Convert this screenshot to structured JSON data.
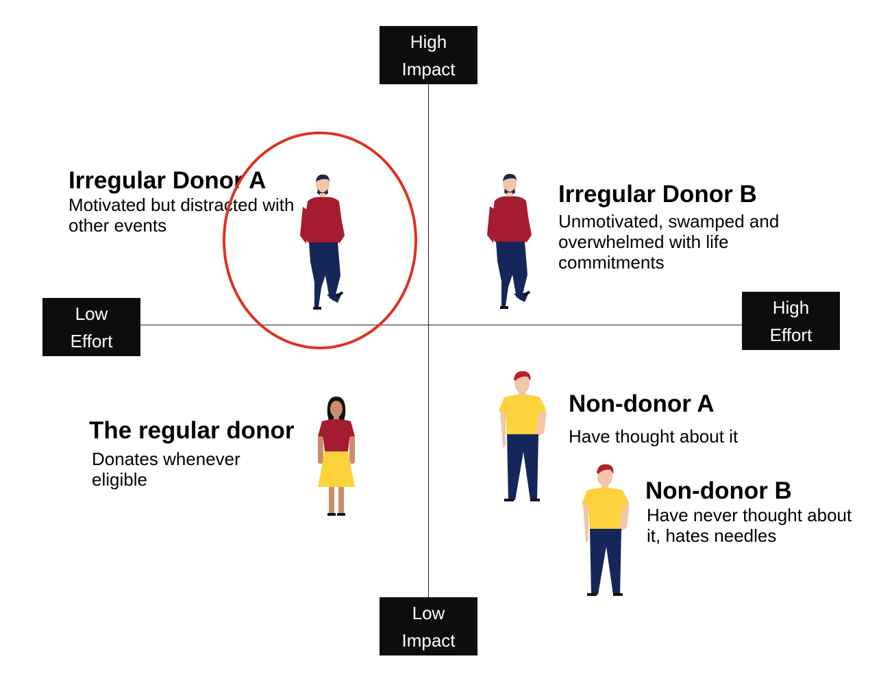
{
  "axes": {
    "top": [
      "High",
      "Impact"
    ],
    "bottom": [
      "Low",
      "Impact"
    ],
    "left": [
      "Low",
      "Effort"
    ],
    "right": [
      "High",
      "Effort"
    ]
  },
  "personas": {
    "irregular_a": {
      "name": "Irregular Donor A",
      "desc": "Motivated but distracted with other events"
    },
    "irregular_b": {
      "name": "Irregular Donor B",
      "desc": "Unmotivated, swamped and overwhelmed with life commitments"
    },
    "regular": {
      "name": "The regular donor",
      "desc": "Donates whenever eligible"
    },
    "non_a": {
      "name": "Non-donor A",
      "desc": "Have thought about it"
    },
    "non_b": {
      "name": "Non-donor B",
      "desc": "Have never thought about it, hates needles"
    }
  },
  "colors": {
    "shirt_red": "#a51c30",
    "pants_navy": "#14265a",
    "shirt_yellow": "#fdd23d",
    "skin": "#f3c6a8",
    "hair_dark": "#1e2448",
    "hair_red": "#b51f32",
    "highlight_circle": "#e03024",
    "axis_box": "#0d0d0d"
  },
  "highlight": {
    "target": "Irregular Donor A"
  }
}
